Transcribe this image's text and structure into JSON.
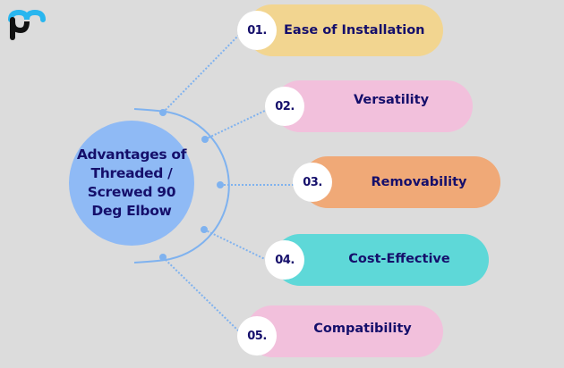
{
  "logo": {
    "icon": "pm-logo-icon",
    "colors": {
      "top": "#29b6ef",
      "bottom": "#111111"
    }
  },
  "center": {
    "title": "Advantages of Threaded / Screwed 90 Deg Elbow",
    "color": "#8fbaf5",
    "text_color": "#150f6b"
  },
  "items": [
    {
      "number": "01.",
      "label": "Ease of Installation",
      "color": "#f2d590"
    },
    {
      "number": "02.",
      "label": "Versatility",
      "color": "#f2c0dc"
    },
    {
      "number": "03.",
      "label": "Removability",
      "color": "#f0a977"
    },
    {
      "number": "04.",
      "label": "Cost-Effective",
      "color": "#5ed8d8"
    },
    {
      "number": "05.",
      "label": "Compatibility",
      "color": "#f2c0dc"
    }
  ],
  "connector_color": "#7fb2ef",
  "background": "#dcdcdc"
}
